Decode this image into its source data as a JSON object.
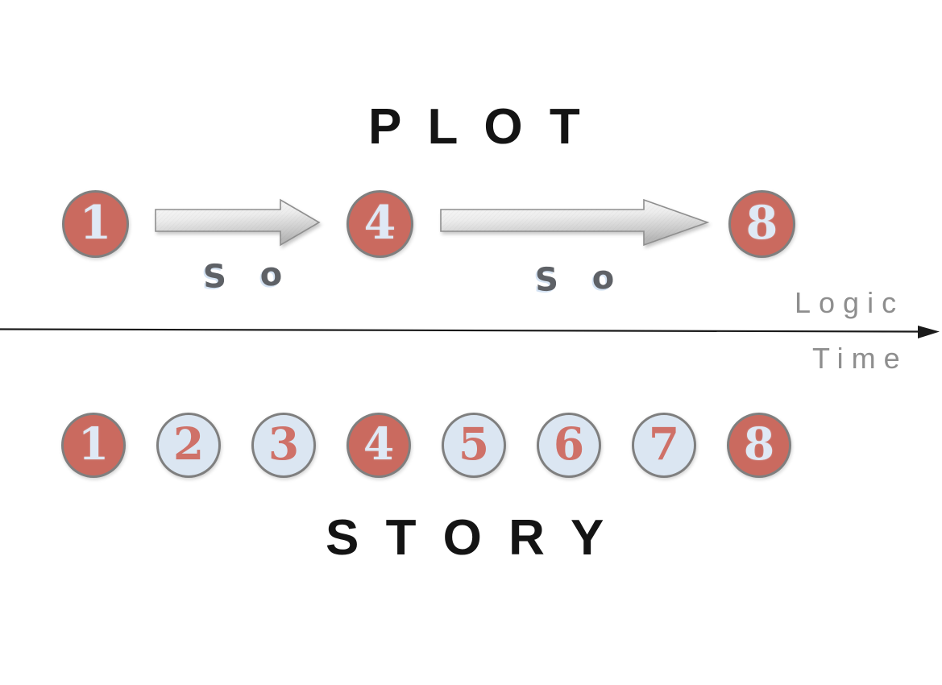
{
  "diagram": {
    "plot_title": "P L O T",
    "story_title": "S T O R Y",
    "axis": {
      "label_above": "Logic",
      "label_below": "Time"
    },
    "plot_row": {
      "nodes": [
        {
          "value": "1",
          "emphasized": true
        },
        {
          "value": "4",
          "emphasized": true
        },
        {
          "value": "8",
          "emphasized": true
        }
      ],
      "connector_labels": [
        "S o",
        "S o"
      ]
    },
    "story_row": {
      "nodes": [
        {
          "value": "1",
          "emphasized": true
        },
        {
          "value": "2",
          "emphasized": false
        },
        {
          "value": "3",
          "emphasized": false
        },
        {
          "value": "4",
          "emphasized": true
        },
        {
          "value": "5",
          "emphasized": false
        },
        {
          "value": "6",
          "emphasized": false
        },
        {
          "value": "7",
          "emphasized": false
        },
        {
          "value": "8",
          "emphasized": true
        }
      ]
    },
    "colors": {
      "emphasis_fill": "#CA6A5F",
      "emphasis_text": "#DFE9F5",
      "regular_fill": "#DBE6F2",
      "regular_text": "#CF7168",
      "circle_border": "#7F7F7F",
      "axis_label": "#8E8E8E",
      "connector_label": "#5E6166",
      "title_text": "#141414"
    }
  }
}
